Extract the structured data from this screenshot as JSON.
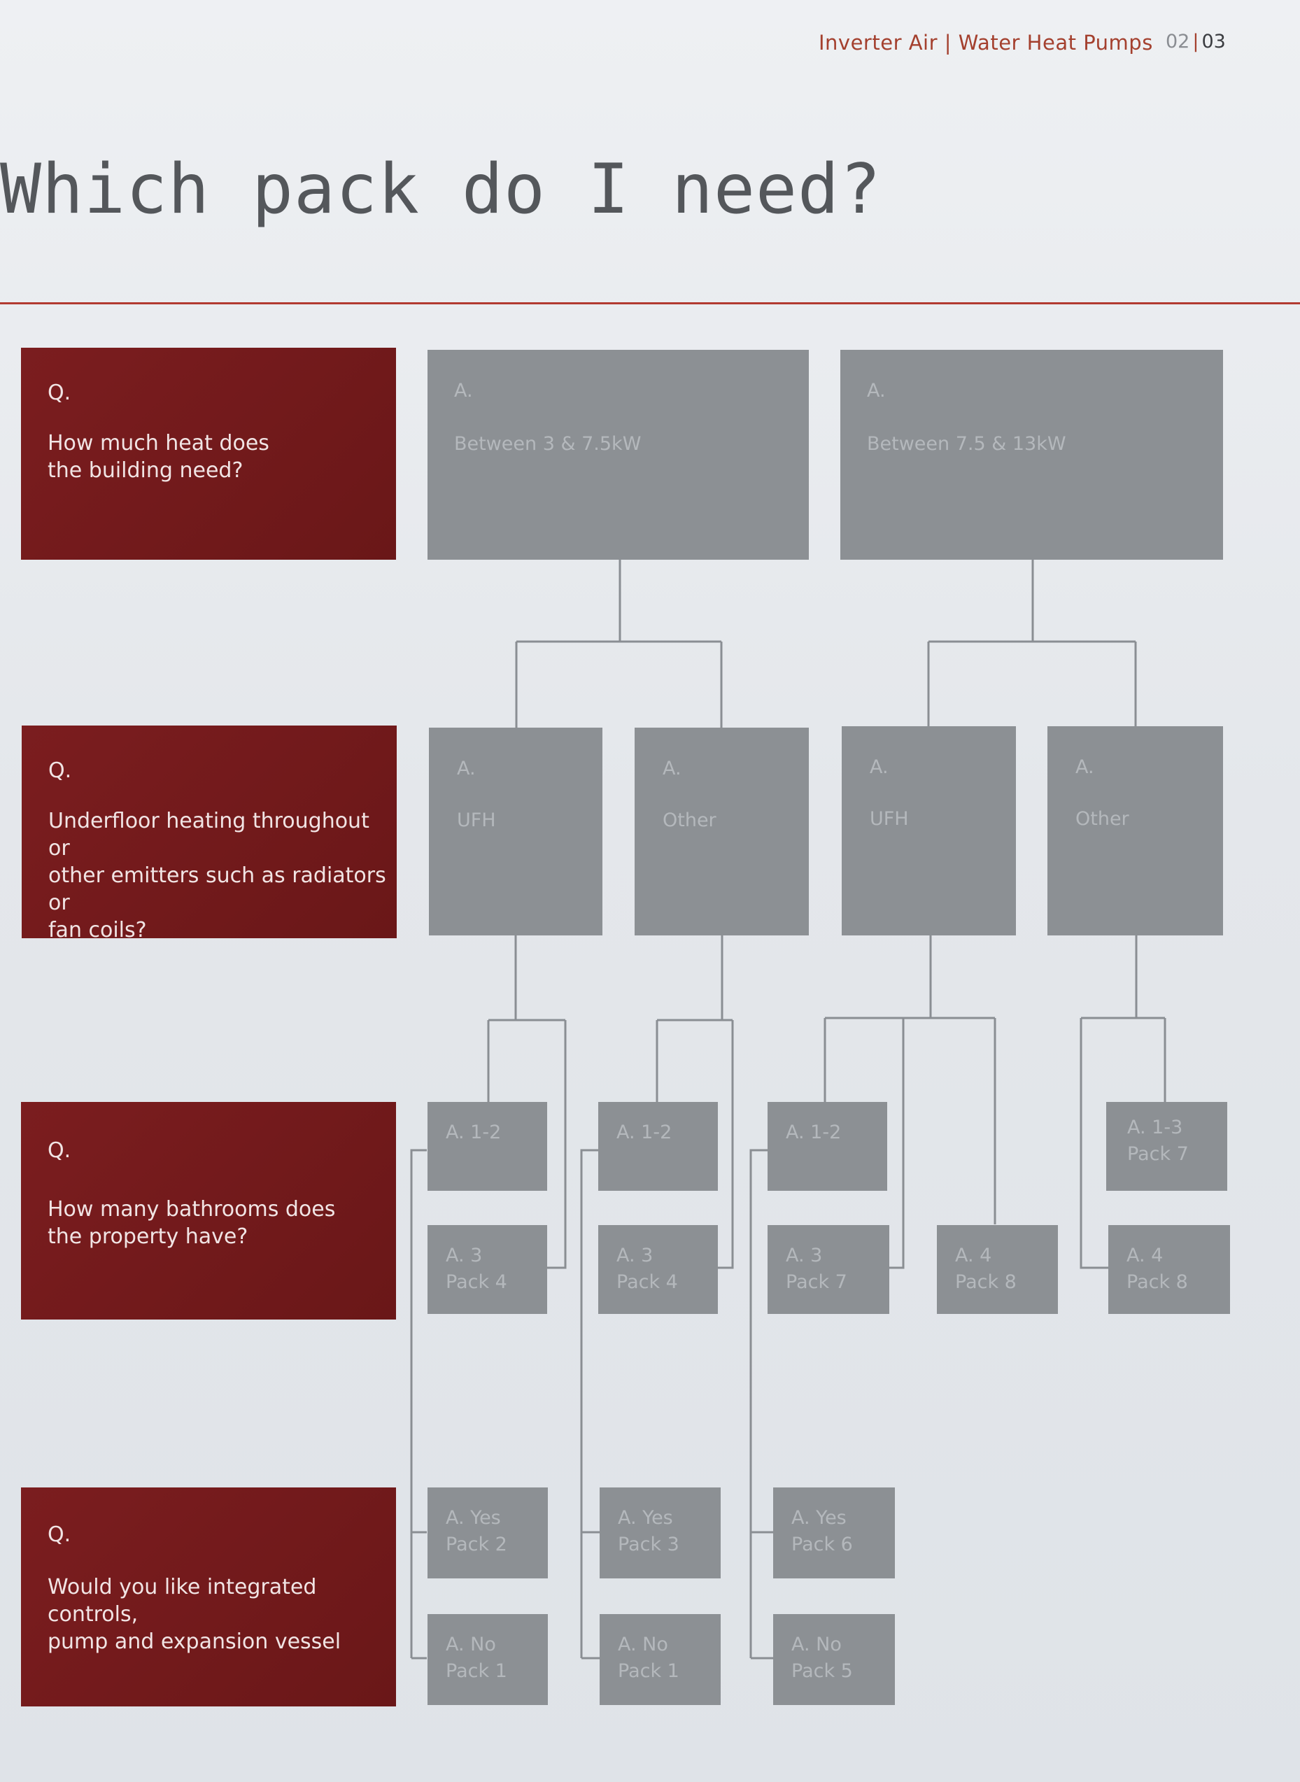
{
  "header": {
    "series": "Inverter Air | Water Heat Pumps",
    "page_current": "02",
    "page_separator": "|",
    "page_next": "03"
  },
  "title": "Which pack do I need?",
  "questions": [
    {
      "label": "Q.",
      "text": "How much heat does\nthe building need?"
    },
    {
      "label": "Q.",
      "text": "Underfloor heating throughout or\nother emitters such as radiators or\nfan coils?"
    },
    {
      "label": "Q.",
      "text": "How many bathrooms does\nthe property have?"
    },
    {
      "label": "Q.",
      "text": "Would you like integrated controls,\npump and expansion vessel"
    }
  ],
  "level1": [
    {
      "label": "A.",
      "text": "Between 3 & 7.5kW"
    },
    {
      "label": "A.",
      "text": "Between 7.5 & 13kW"
    }
  ],
  "level2": [
    {
      "label": "A.",
      "text": "UFH"
    },
    {
      "label": "A.",
      "text": "Other"
    },
    {
      "label": "A.",
      "text": "UFH"
    },
    {
      "label": "A.",
      "text": "Other"
    }
  ],
  "level3": [
    {
      "label": "A. 1-2",
      "pack": ""
    },
    {
      "label": "A. 1-2",
      "pack": ""
    },
    {
      "label": "A. 1-2",
      "pack": ""
    },
    {
      "label": "A. 1-3",
      "pack": "Pack 7"
    },
    {
      "label": "A. 3",
      "pack": "Pack 4"
    },
    {
      "label": "A. 3",
      "pack": "Pack 4"
    },
    {
      "label": "A. 3",
      "pack": "Pack 7"
    },
    {
      "label": "A. 4",
      "pack": "Pack 8"
    },
    {
      "label": "A. 4",
      "pack": "Pack 8"
    }
  ],
  "level4": [
    {
      "label": "A. Yes",
      "pack": "Pack 2"
    },
    {
      "label": "A. Yes",
      "pack": "Pack 3"
    },
    {
      "label": "A. Yes",
      "pack": "Pack 6"
    },
    {
      "label": "A. No",
      "pack": "Pack 1"
    },
    {
      "label": "A. No",
      "pack": "Pack 1"
    },
    {
      "label": "A. No",
      "pack": "Pack 5"
    }
  ],
  "colors": {
    "question_bg": "#7b1d1f",
    "answer_bg": "#8c9094",
    "accent": "#a4402e",
    "connector": "#8a8e93"
  }
}
